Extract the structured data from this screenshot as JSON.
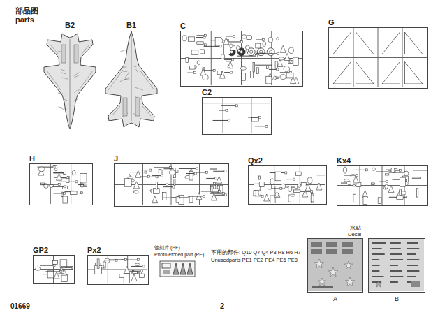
{
  "diagram": {
    "title": "部品图 parts",
    "nodes": [
      {
        "text": [
          "C"
        ]
      },
      {
        "text": [
          "C2"
        ]
      },
      {
        "text": [
          "G"
        ]
      },
      {
        "text": [
          "H"
        ]
      },
      {
        "text": [
          "J"
        ]
      },
      {
        "text": [
          "Qx2"
        ]
      },
      {
        "text": [
          "Kx4"
        ]
      },
      {
        "text": [
          "GP2"
        ]
      },
      {
        "text": [
          "Px2"
        ]
      },
      {
        "text": [
          "蚀刻片 (PE)",
          "Photo etched part (PE)"
        ]
      },
      {
        "text": [
          "A"
        ]
      },
      {
        "text": [
          "B"
        ]
      }
    ],
    "labels": [
      "B2",
      "B1",
      "不用的部件: Q10 Q7 Q4 P3 H8 H6 H7",
      "Unusedparts PE1 PE2 PE4 PE6 PE8",
      "水贴",
      "Decal",
      "01669",
      "2"
    ]
  }
}
